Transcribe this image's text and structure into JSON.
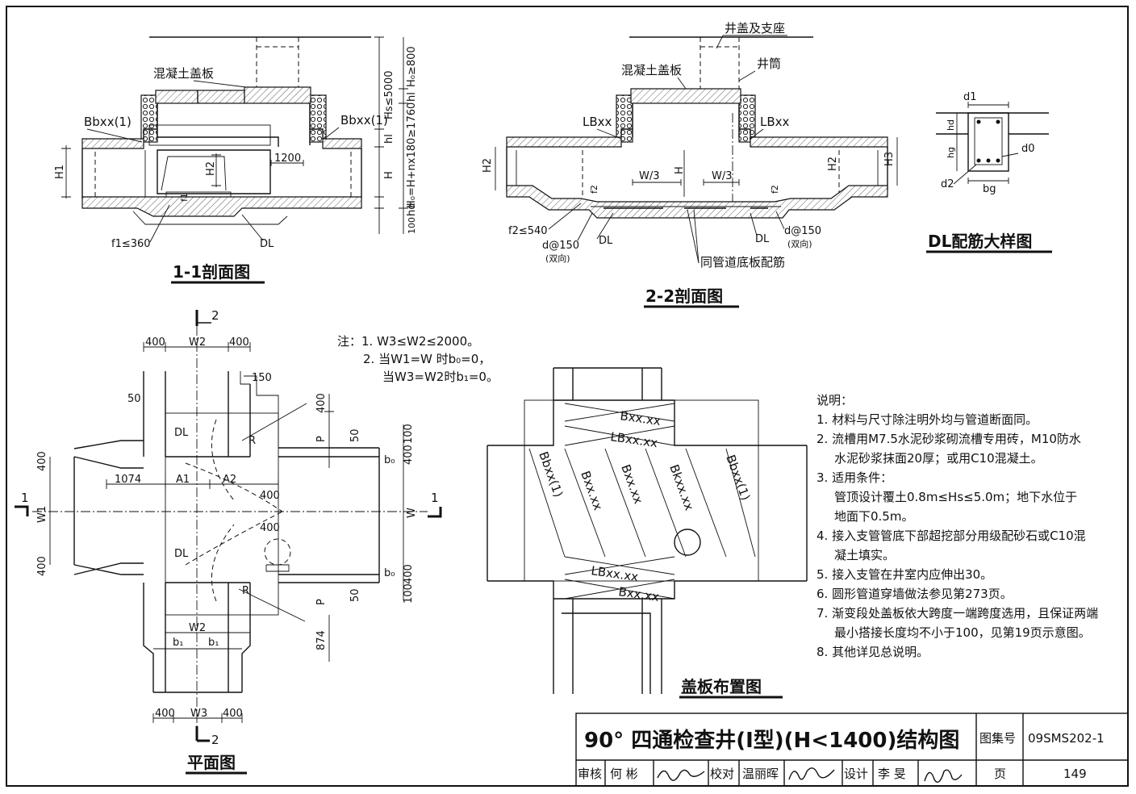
{
  "drawing_title": "90° 四通检查井(I型)(H<1400)结构图",
  "atlas_label": "图集号",
  "atlas_no": "09SMS202-1",
  "page_label": "页",
  "page_no": "149",
  "titleblock": {
    "review_label": "审核",
    "reviewer": "何 彬",
    "check_label": "校对",
    "checker": "温丽晖",
    "design_label": "设计",
    "designer": "李 旻"
  },
  "views": {
    "section11": "1-1剖面图",
    "section22": "2-2剖面图",
    "dl_detail": "DL配筋大样图",
    "plan": "平面图",
    "cover_layout": "盖板布置图"
  },
  "labels11": {
    "cover": "混凝土盖板",
    "bbl": "Bbxx(1)",
    "bbr": "Bbxx(1)",
    "f1": "f1≤360",
    "dl": "DL",
    "d1200": "1200",
    "h1": "H1",
    "h2": "H2",
    "h": "H",
    "hl": "hl",
    "hs": "Hs≤5000",
    "h0": "H₀≥800",
    "h0h": "H₀=H+nx180≥1760",
    "hd": "hd",
    "hd2": "hl",
    "f1s": "f1",
    "d100": "100"
  },
  "labels22": {
    "cover_seat": "井盖及支座",
    "shaft": "井筒",
    "cover": "混凝土盖板",
    "lbl": "LBxx",
    "lbr": "LBxx",
    "h2l": "H2",
    "h2r": "H2",
    "h3": "H3",
    "h": "H",
    "w3a": "W/3",
    "w3b": "W/3",
    "f2a": "f2",
    "f2b": "f2",
    "f2lim": "f2≤540",
    "d150a": "d@150",
    "d150b": "d@150",
    "both": "(双向)",
    "both2": "(双向)",
    "dl1": "DL",
    "dl2": "DL",
    "rebar": "同管道底板配筋"
  },
  "dl_labels": {
    "d1": "d1",
    "d0": "d0",
    "d2": "d2",
    "hd": "hd",
    "hg": "hg",
    "bg": "bg"
  },
  "plan_labels": {
    "sec2_top": "2",
    "sec2_bot": "2",
    "sec1_left": "1",
    "sec1_right": "1",
    "d400a": "400",
    "w2top": "W2",
    "d400b": "400",
    "d50a": "50",
    "d150": "150",
    "dl_top": "DL",
    "r_top": "R",
    "d400c": "400",
    "p_top": "P",
    "d50b": "50",
    "d100a": "100",
    "d400d": "400",
    "b0a": "b₀",
    "d1074": "1074",
    "a1": "A1",
    "a2": "A2",
    "d400e": "400",
    "w1": "W1",
    "w": "W",
    "d400f": "400",
    "d400g": "400",
    "dl_bot": "DL",
    "r_bot": "R",
    "p_bot": "P",
    "d50c": "50",
    "b0b": "b₀",
    "d400h": "400",
    "d100b": "100",
    "d400i": "400",
    "w2bot": "W2",
    "b1a": "b₁",
    "b1b": "b₁",
    "d874": "874",
    "d400j": "400",
    "w3": "W3",
    "d400k": "400"
  },
  "plan_notes": {
    "n1": "注：1. W3≤W2≤2000。",
    "n2": "2. 当W1=W 时b₀=0，",
    "n3": "当W3=W2时b₁=0。"
  },
  "cover_labels": {
    "b1": "Bxx.xx",
    "lb1": "LBxx.xx",
    "bbxl": "Bbxx(1)",
    "bx1": "Bxx.xx",
    "bx2": "Bxx.xx",
    "bkxx": "Bkxx.xx",
    "bbxr": "Bbxx(1)",
    "lb2": "LBxx.xx",
    "b2": "Bxx.xx"
  },
  "notes": {
    "heading": "说明：",
    "items": [
      "1. 材料与尺寸除注明外均与管道断面同。",
      "2. 流槽用M7.5水泥砂浆砌流槽专用砖，M10防水",
      "水泥砂浆抹面20厚；或用C10混凝土。",
      "3. 适用条件：",
      "管顶设计覆土0.8m≤Hs≤5.0m；地下水位于",
      "地面下0.5m。",
      "4. 接入支管管底下部超挖部分用级配砂石或C10混",
      "凝土填实。",
      "5. 接入支管在井室内应伸出30。",
      "6. 圆形管道穿墙做法参见第273页。",
      "7. 渐变段处盖板依大跨度一端跨度选用，且保证两端",
      "最小搭接长度均不小于100，见第19页示意图。",
      "8. 其他详见总说明。"
    ]
  }
}
